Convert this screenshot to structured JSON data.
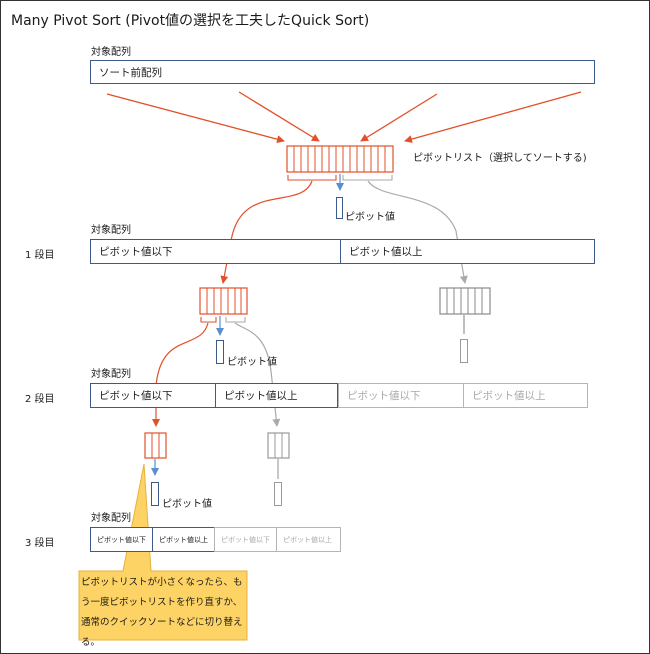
{
  "title": "Many Pivot Sort (Pivot値の選択を工夫したQuick Sort)",
  "top": {
    "label": "対象配列",
    "box": "ソート前配列",
    "pivot_list_label": "ピボットリスト（選択してソートする)",
    "pivot_value": "ピボット値"
  },
  "stage1": {
    "stage_label": "1 段目",
    "label": "対象配列",
    "left": "ピボット値以下",
    "right": "ピボット値以上"
  },
  "stage2": {
    "stage_label": "2 段目",
    "label": "対象配列",
    "pivot_value": "ピボット値",
    "cells": [
      "ピボット値以下",
      "ピボット値以上",
      "ピボット値以下",
      "ピボット値以上"
    ]
  },
  "stage3": {
    "stage_label": "3 段目",
    "label": "対象配列",
    "pivot_value": "ピボット値",
    "cells": [
      "ピボット値以下",
      "ピボット値以上",
      "ピボット値以下",
      "ピボット値以上"
    ]
  },
  "callout": "ピボットリストが小さくなったら、もう一度ピボットリストを作り直すか、通常のクイックソートなどに切り替える。",
  "colors": {
    "red": "#e2502a",
    "blue": "#5b8ed0",
    "gray": "#aaaaaa",
    "navy": "#3b5a8a",
    "callout_fill": "#fdd365",
    "callout_border": "#e8b23a"
  }
}
